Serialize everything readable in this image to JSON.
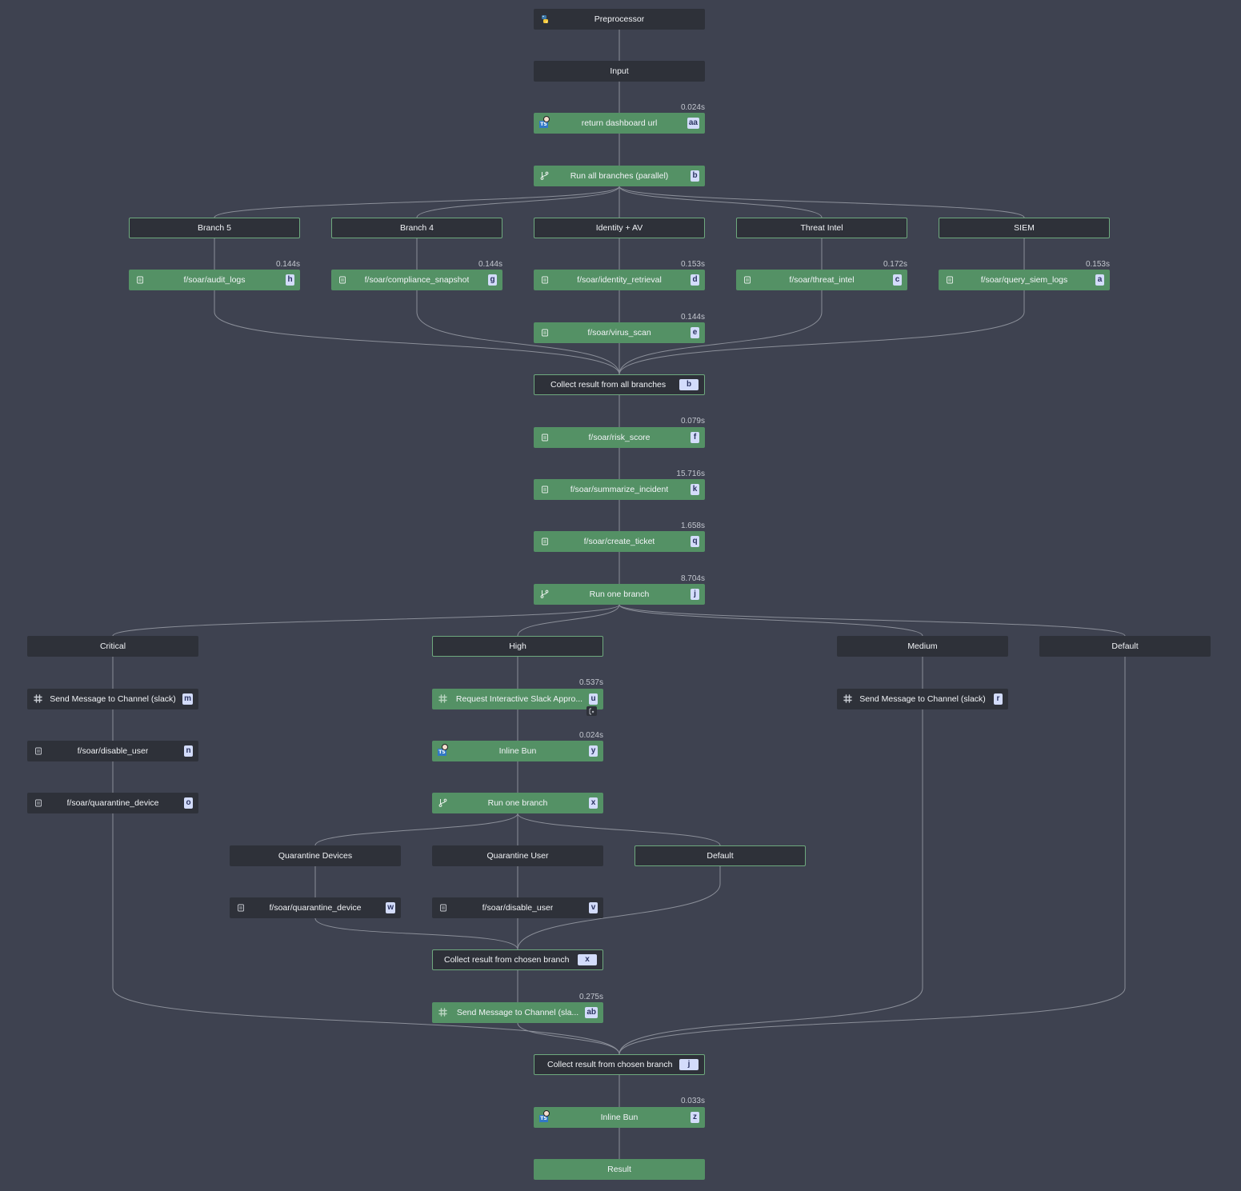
{
  "colors": {
    "background": "#3e4250",
    "node_dark": "#2e3139",
    "node_green": "#549165",
    "outline_green": "#6ea97e",
    "badge_bg": "#d3dcfb",
    "badge_text": "#2b3460",
    "edge": "#8b8f99",
    "duration_text": "#c3c7cf"
  },
  "nodes": {
    "preprocessor": {
      "label": "Preprocessor",
      "icon": "python-icon"
    },
    "input": {
      "label": "Input"
    },
    "return_dashboard_url": {
      "label": "return dashboard url",
      "badge": "aa",
      "duration": "0.024s",
      "icon": "bun-typescript-icon"
    },
    "run_all_branches": {
      "label": "Run all branches (parallel)",
      "badge": "b",
      "icon": "branch-icon"
    },
    "branch5": {
      "label": "Branch 5"
    },
    "branch4": {
      "label": "Branch 4"
    },
    "identity_av": {
      "label": "Identity + AV"
    },
    "threat_intel": {
      "label": "Threat Intel"
    },
    "siem": {
      "label": "SIEM"
    },
    "audit_logs": {
      "label": "f/soar/audit_logs",
      "badge": "h",
      "duration": "0.144s",
      "icon": "script-icon"
    },
    "compliance_snapshot": {
      "label": "f/soar/compliance_snapshot",
      "badge": "g",
      "duration": "0.144s",
      "icon": "script-icon"
    },
    "identity_retrieval": {
      "label": "f/soar/identity_retrieval",
      "badge": "d",
      "duration": "0.153s",
      "icon": "script-icon"
    },
    "threat_intel_script": {
      "label": "f/soar/threat_intel",
      "badge": "c",
      "duration": "0.172s",
      "icon": "script-icon"
    },
    "query_siem_logs": {
      "label": "f/soar/query_siem_logs",
      "badge": "a",
      "duration": "0.153s",
      "icon": "script-icon"
    },
    "virus_scan": {
      "label": "f/soar/virus_scan",
      "badge": "e",
      "duration": "0.144s",
      "icon": "script-icon"
    },
    "collect_all": {
      "label": "Collect result from all branches",
      "badge": "b"
    },
    "risk_score": {
      "label": "f/soar/risk_score",
      "badge": "f",
      "duration": "0.079s",
      "icon": "script-icon"
    },
    "summarize_incident": {
      "label": "f/soar/summarize_incident",
      "badge": "k",
      "duration": "15.716s",
      "icon": "script-icon"
    },
    "create_ticket": {
      "label": "f/soar/create_ticket",
      "badge": "q",
      "duration": "1.658s",
      "icon": "script-icon"
    },
    "run_one_branch_j": {
      "label": "Run one branch",
      "badge": "j",
      "duration": "8.704s",
      "icon": "branch-icon"
    },
    "critical": {
      "label": "Critical"
    },
    "high": {
      "label": "High"
    },
    "medium": {
      "label": "Medium"
    },
    "default_top": {
      "label": "Default"
    },
    "send_msg_m": {
      "label": "Send Message to Channel (slack)",
      "badge": "m",
      "icon": "slack-icon"
    },
    "disable_user_n": {
      "label": "f/soar/disable_user",
      "badge": "n",
      "icon": "script-icon"
    },
    "quarantine_device_o": {
      "label": "f/soar/quarantine_device",
      "badge": "o",
      "icon": "script-icon"
    },
    "request_slack_u": {
      "label": "Request Interactive Slack Appro...",
      "badge": "u",
      "duration": "0.537s",
      "icon": "slack-icon"
    },
    "inline_bun_y": {
      "label": "Inline Bun",
      "badge": "y",
      "duration": "0.024s",
      "icon": "bun-typescript-icon"
    },
    "run_one_branch_x": {
      "label": "Run one branch",
      "badge": "x",
      "icon": "branch-icon"
    },
    "send_msg_r": {
      "label": "Send Message to Channel (slack)",
      "badge": "r",
      "icon": "slack-icon"
    },
    "quarantine_devices": {
      "label": "Quarantine Devices"
    },
    "quarantine_user": {
      "label": "Quarantine User"
    },
    "default_inner": {
      "label": "Default"
    },
    "quarantine_device_w": {
      "label": "f/soar/quarantine_device",
      "badge": "w",
      "icon": "script-icon"
    },
    "disable_user_v": {
      "label": "f/soar/disable_user",
      "badge": "v",
      "icon": "script-icon"
    },
    "collect_chosen_x": {
      "label": "Collect result from chosen branch",
      "badge": "x"
    },
    "send_msg_ab": {
      "label": "Send Message to Channel (sla...",
      "badge": "ab",
      "duration": "0.275s",
      "icon": "slack-icon"
    },
    "collect_chosen_j": {
      "label": "Collect result from chosen branch",
      "badge": "j"
    },
    "inline_bun_z": {
      "label": "Inline Bun",
      "badge": "z",
      "duration": "0.033s",
      "icon": "bun-typescript-icon"
    },
    "result": {
      "label": "Result"
    }
  }
}
